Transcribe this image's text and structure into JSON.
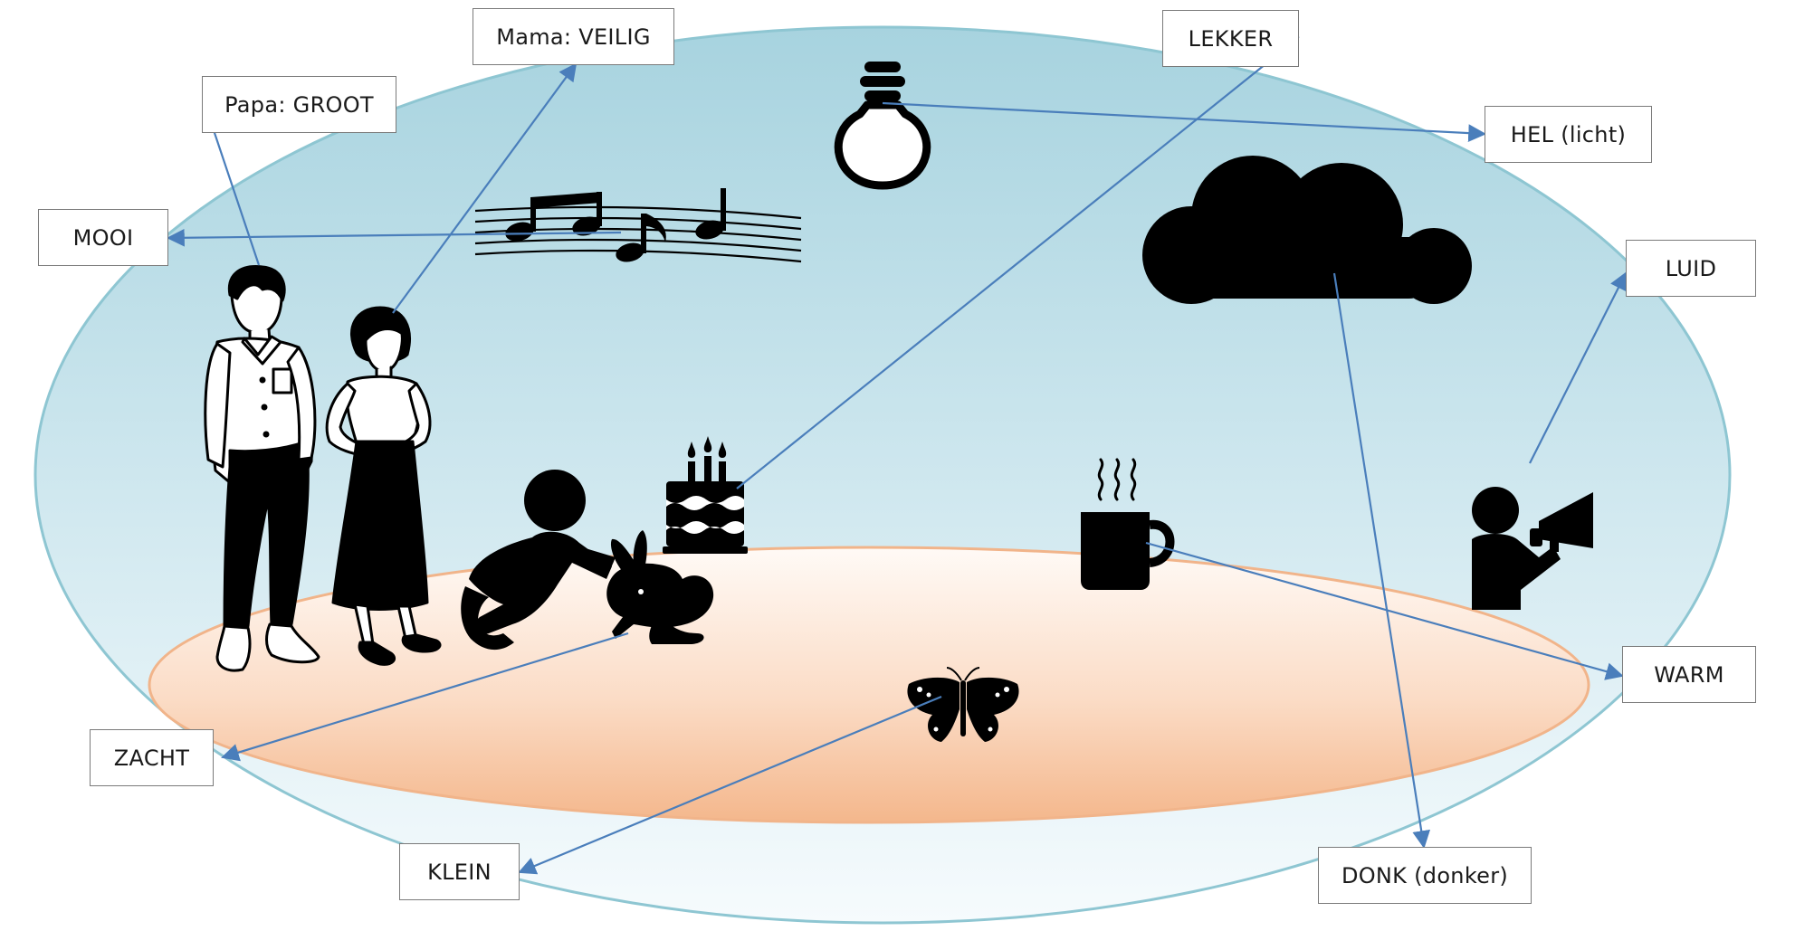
{
  "colors": {
    "sky_top": "#abd6e2",
    "sky_bottom": "#f4fafc",
    "sky_edge": "#8ec6d2",
    "ground_top": "#f7c6a3",
    "ground_bottom": "#fff7f1",
    "ground_edge": "#f1b48a",
    "arrow": "#4a7ebb",
    "icon": "#000000"
  },
  "icons": [
    "father-figure",
    "mother-figure",
    "music-notes-icon",
    "light-bulb-icon",
    "cloud-icon",
    "child-petting-rabbit",
    "birthday-cake-icon",
    "hot-mug-icon",
    "megaphone-person-icon",
    "butterfly-icon"
  ],
  "labels": {
    "papa": "Papa: GROOT",
    "mama": "Mama: VEILIG",
    "lekker": "LEKKER",
    "hel": "HEL (licht)",
    "mooi": "MOOI",
    "luid": "LUID",
    "warm": "WARM",
    "zacht": "ZACHT",
    "klein": "KLEIN",
    "donk": "DONK (donker)"
  }
}
